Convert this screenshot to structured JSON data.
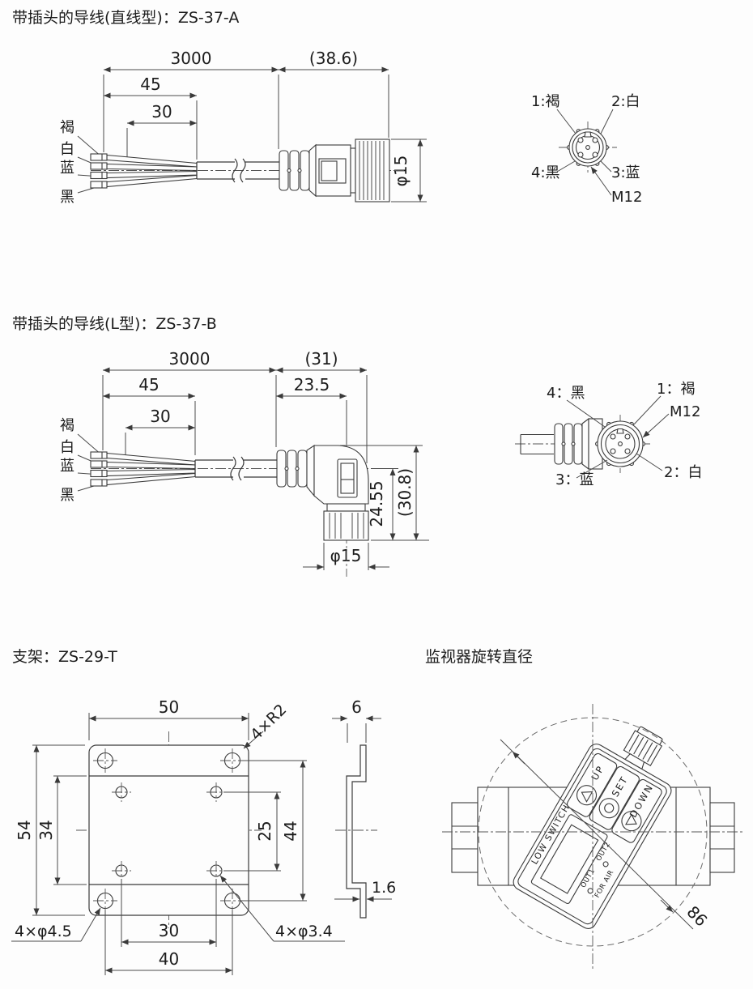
{
  "page": {
    "background": "#fdfdfd",
    "line_color": "#3a3a3a",
    "text_color": "#1c1c1c"
  },
  "sections": {
    "zs37a": {
      "title": "带插头的导线(直线型)：ZS-37-A",
      "dim_overall": "3000",
      "dim_connector": "(38.6)",
      "dim_strip": "45",
      "dim_strip2": "30",
      "dim_dia": "φ15",
      "wires": [
        "褐",
        "白",
        "蓝",
        "黑"
      ],
      "pin1": "1:褐",
      "pin2": "2:白",
      "pin3": "3:蓝",
      "pin4": "4:黑",
      "thread": "M12"
    },
    "zs37b": {
      "title": "带插头的导线(L型)：ZS-37-B",
      "dim_overall": "3000",
      "dim_connector": "(31)",
      "dim_strip": "45",
      "dim_elbow": "23.5",
      "dim_strip2": "30",
      "dim_height": "24.55",
      "dim_height_total": "(30.8)",
      "dim_dia": "φ15",
      "wires": [
        "褐",
        "白",
        "蓝",
        "黑"
      ],
      "pin4": "4：黑",
      "pin1": "1：褐",
      "thread": "M12",
      "pin3": "3：蓝",
      "pin2": "2：白"
    },
    "bracket": {
      "title": "支架：ZS-29-T",
      "dim_width": "50",
      "dim_corner_radius": "4×R2",
      "dim_side_width": "6",
      "dim_height": "54",
      "dim_bend_span": "34",
      "dim_hole_v": "25",
      "dim_corner_hole_v": "44",
      "dim_hole_h": "30",
      "dim_corner_hole_h": "40",
      "dim_corner_hole_dia": "4×φ4.5",
      "dim_inner_hole_dia": "4×φ3.4",
      "dim_thickness": "1.6"
    },
    "monitor": {
      "title": "监视器旋转直径",
      "btn_up": "UP",
      "btn_set": "SET",
      "btn_down": "DOWN",
      "low_switch": "LOW SWITCH",
      "out1": "OUT1",
      "out2": "OUT2",
      "for_air": "FOR AIR",
      "dim_rotation_dia": "86"
    }
  }
}
